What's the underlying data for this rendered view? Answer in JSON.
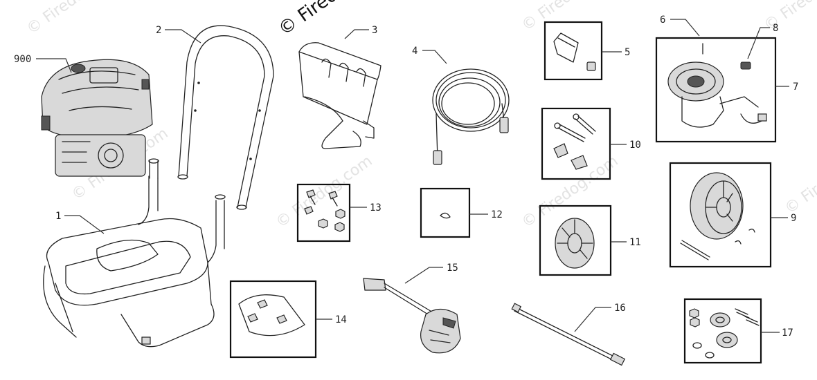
{
  "watermark": {
    "copyright": "© Firedo",
    "text": "© Firedog.com"
  },
  "callouts": {
    "c900": "900",
    "c1": "1",
    "c2": "2",
    "c3": "3",
    "c4": "4",
    "c5": "5",
    "c6": "6",
    "c7": "7",
    "c8": "8",
    "c9": "9",
    "c10": "10",
    "c11": "11",
    "c12": "12",
    "c13": "13",
    "c14": "14",
    "c15": "15",
    "c16": "16",
    "c17": "17"
  }
}
